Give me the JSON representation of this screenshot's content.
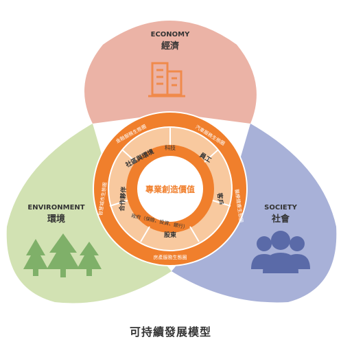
{
  "lobes": {
    "economy": {
      "en": "ECONOMY",
      "zh": "經濟",
      "color": "#ebb3a6",
      "icon": "building-icon"
    },
    "society": {
      "en": "SOCIETY",
      "zh": "社會",
      "color": "#a8b1d8",
      "icon": "people-icon"
    },
    "environment": {
      "en": "ENVIRONMENT",
      "zh": "環境",
      "color": "#d2e2b3",
      "icon": "trees-icon"
    }
  },
  "center": {
    "title": "專業創造價值",
    "inner_ring": {
      "top": "科技",
      "top_right": "員工",
      "right": "客戶",
      "bottom": "股東",
      "bottom_left": "政府（保險、投資、銀行）",
      "left": "合作夥伴",
      "top_left": "社區與環境"
    },
    "outer_ring": {
      "top_left": "金融服務生態圈",
      "top_right": "汽車服務生態圈",
      "right": "醫療健康生態圈",
      "bottom": "房產服務生態圈",
      "left": "智慧城市生態圈"
    }
  },
  "caption": "可持續發展模型",
  "colors": {
    "ring_orange": "#f07f2c",
    "ring_dark": "#e66f1f",
    "inner_white": "#ffffff",
    "text_dark": "#333333",
    "icon_orange": "#f08a4b",
    "icon_blue": "#5a6aa8",
    "icon_green": "#7fb069"
  }
}
